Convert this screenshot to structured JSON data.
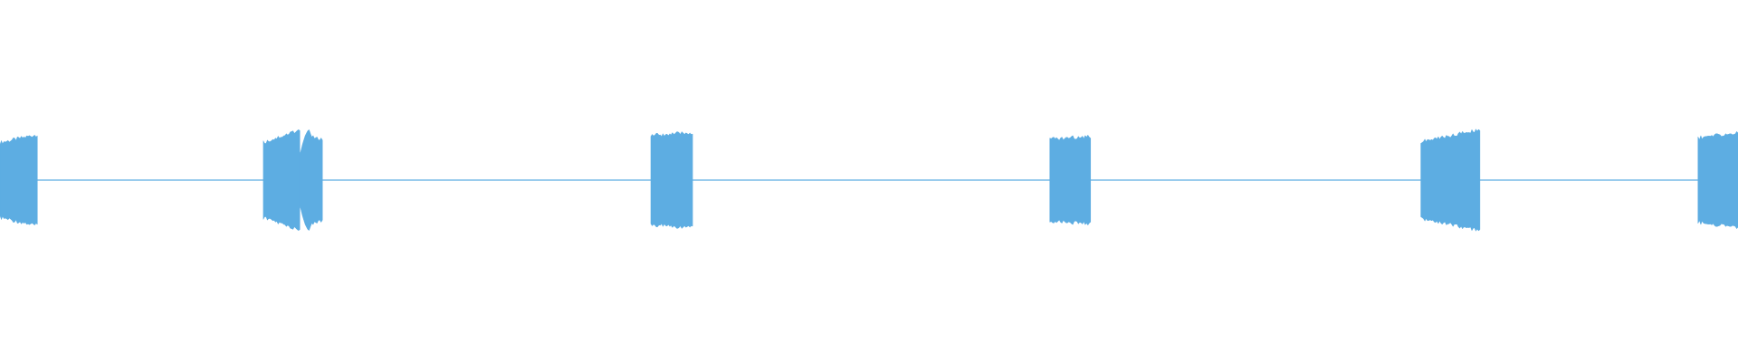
{
  "waveform": {
    "color": "#5dade2",
    "baseline_color": "#5dade2",
    "duration_fraction_note": null,
    "segments": [
      {
        "start": 0.0,
        "end": 0.0215,
        "amp_start": 0.46,
        "amp_end": 0.56,
        "profile": "rise"
      },
      {
        "start": 0.1515,
        "end": 0.1725,
        "amp_start": 0.46,
        "amp_end": 0.62,
        "profile": "rise"
      },
      {
        "start": 0.1725,
        "end": 0.1855,
        "amp_start": 0.85,
        "amp_end": 0.5,
        "profile": "decay-spike"
      },
      {
        "start": 0.3745,
        "end": 0.3985,
        "amp_start": 0.55,
        "amp_end": 0.58,
        "profile": "flat"
      },
      {
        "start": 0.604,
        "end": 0.6275,
        "amp_start": 0.5,
        "amp_end": 0.54,
        "profile": "flat"
      },
      {
        "start": 0.8175,
        "end": 0.8515,
        "amp_start": 0.47,
        "amp_end": 0.62,
        "profile": "rise"
      },
      {
        "start": 0.977,
        "end": 1.0,
        "amp_start": 0.52,
        "amp_end": 0.58,
        "profile": "flat"
      }
    ],
    "peak_amplitude": 1.0
  }
}
